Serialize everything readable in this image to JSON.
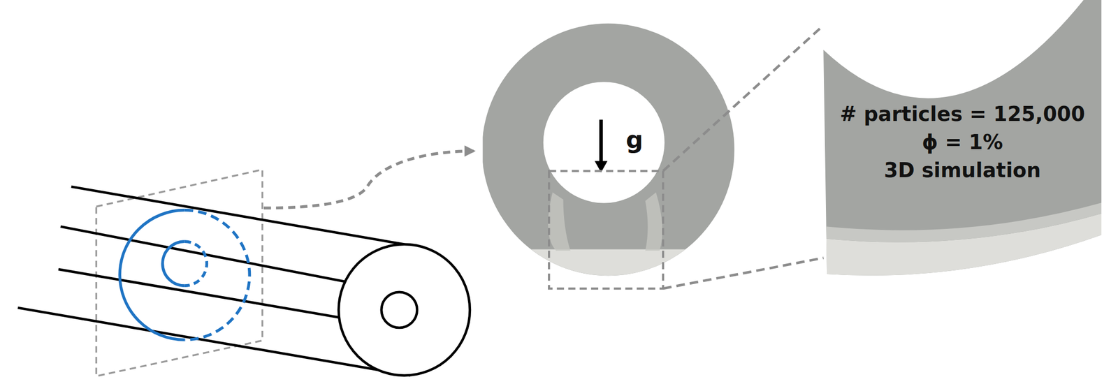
{
  "diagram": {
    "nodes": [
      {
        "text": [
          "# particles = 125,000",
          "ϕ = 1%",
          "3D simulation"
        ]
      }
    ],
    "labels": [
      "g"
    ]
  }
}
